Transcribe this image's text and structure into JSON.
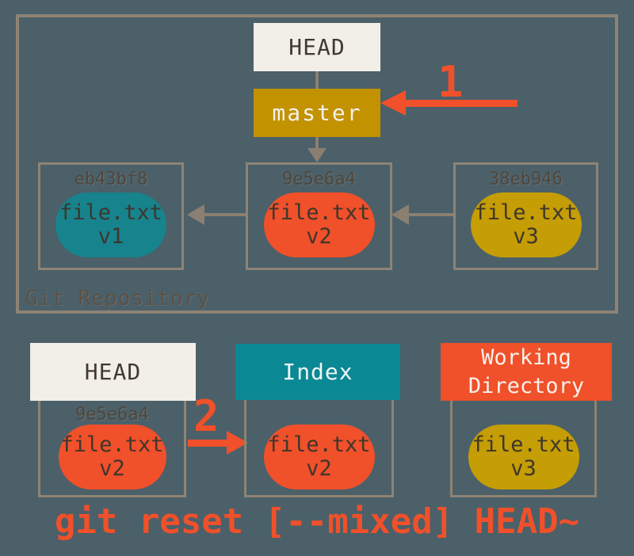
{
  "colors": {
    "background": "#4B6069",
    "frame_border": "#8E8374",
    "accent_red": "#F0502A",
    "gold": "#C29200",
    "teal": "#0A8894",
    "cream": "#F1EFE8",
    "dark_text": "#43392F",
    "muted_label": "#5C5144"
  },
  "repository": {
    "label": "Git Repository",
    "head_label": "HEAD",
    "branch_label": "master",
    "step_number": "1",
    "commits": [
      {
        "hash": "eb43bf8",
        "file": "file.txt",
        "version": "v1"
      },
      {
        "hash": "9e5e6a4",
        "file": "file.txt",
        "version": "v2"
      },
      {
        "hash": "38eb946",
        "file": "file.txt",
        "version": "v3"
      }
    ]
  },
  "trees": {
    "step_number": "2",
    "head": {
      "title": "HEAD",
      "hash": "9e5e6a4",
      "file": "file.txt",
      "version": "v2"
    },
    "index": {
      "title": "Index",
      "file": "file.txt",
      "version": "v2"
    },
    "working_directory": {
      "title": "Working Directory",
      "file": "file.txt",
      "version": "v3"
    }
  },
  "command": "git reset [--mixed] HEAD~"
}
